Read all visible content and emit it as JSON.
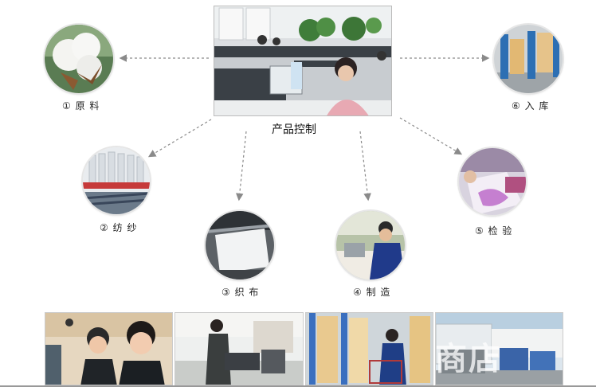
{
  "center": {
    "label": "产品控制"
  },
  "steps": [
    {
      "label": "① 原 料"
    },
    {
      "label": "② 纺 纱"
    },
    {
      "label": "③ 织 布"
    },
    {
      "label": "④ 制 造"
    },
    {
      "label": "⑤ 检 验"
    },
    {
      "label": "⑥ 入 库"
    }
  ],
  "strip": {
    "watermark": "商店"
  },
  "colors": {
    "arrow": "#8a8a8a",
    "office_wall": "#dcdfe2",
    "cubicle": "#3a4046"
  }
}
